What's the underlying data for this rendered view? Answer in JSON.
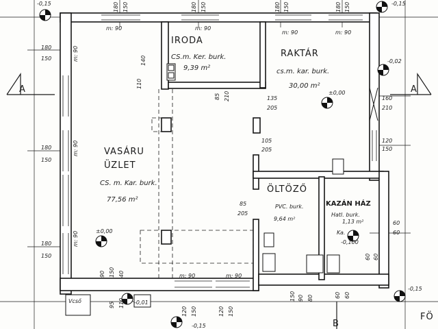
{
  "rooms": {
    "iroda": {
      "name": "IRODA",
      "floor": "CS.m. Ker. burk.",
      "area": "9,39 m²"
    },
    "raktar": {
      "name": "RAKTÁR",
      "floor": "cs.m. kar. burk.",
      "area": "30,00 m²"
    },
    "uzlet": {
      "name_1": "VASÁRU",
      "name_2": "ÜZLET",
      "floor": "CS. m. Kar. burk.",
      "area": "77,56 m²"
    },
    "oltozo": {
      "name": "ÖLTÖZŐ",
      "floor": "PVC. burk.",
      "area": "9,64 m²"
    },
    "kazanhaz": {
      "name": "KAZÁN HÁZ",
      "floor": "Hatl. burk.",
      "area": "1,13 m²"
    },
    "vcs": {
      "name": "Vcső"
    }
  },
  "sections": {
    "a_left": "A",
    "a_right": "A",
    "b": "B"
  },
  "heights": {
    "top": "-0,15",
    "top_right": "-0,15",
    "right_a": "-0,02",
    "raktar_floor": "±0,00",
    "uzlet_floor": "±0,00",
    "kazan_floor": "-0,100",
    "bottom_right": "-0,15",
    "bottom_left": "-0,01",
    "bottom_mid": "-0,15"
  },
  "window_dims": {
    "top_left": "m: 90",
    "top_iroda": "m: 90",
    "top_raktar_1": "m: 90",
    "top_raktar_2": "m: 90",
    "left_1": "m: 90",
    "left_2": "m: 90",
    "left_3": "m: 90",
    "bottom_1": "m: 90",
    "bottom_2": "m: 90"
  },
  "frac_dims": {
    "left_180_1": "180",
    "left_150_1": "150",
    "left_180_2": "180",
    "left_150_2": "150",
    "left_180_3": "180",
    "left_150_3": "150",
    "top_v1": "180",
    "top_v2": "150",
    "top_v3": "180",
    "top_v4": "150",
    "top_v5": "180",
    "top_v6": "150",
    "top_v7": "180",
    "top_v8": "150",
    "iroda_door_1": "85",
    "iroda_door_2": "210",
    "raktar_door_1": "135",
    "raktar_door_2": "205",
    "mid_door_1": "105",
    "mid_door_2": "205",
    "oltozo_door_1": "85",
    "oltozo_door_2": "205",
    "right_door_1": "160",
    "right_door_2": "210",
    "right_win_1": "120",
    "right_win_2": "150",
    "kazan_60_1": "60",
    "kazan_60_2": "60",
    "iroda_v_1": "140",
    "iroda_v_2": "110",
    "bot_v1": "90",
    "bot_v2": "150",
    "bot_v3": "120",
    "bot_v4": "150",
    "bot_v5": "120",
    "bot_v6": "150",
    "bot_v7": "90",
    "bot_v8": "60",
    "bot_v9": "60",
    "left_small_1": "60",
    "left_small_2": "60",
    "misc_1": "95",
    "misc_2": "110",
    "misc_3": "150",
    "misc_4": "40",
    "misc_5": "80",
    "kazan_misc": "Ka."
  },
  "title_cut": "FÖ"
}
